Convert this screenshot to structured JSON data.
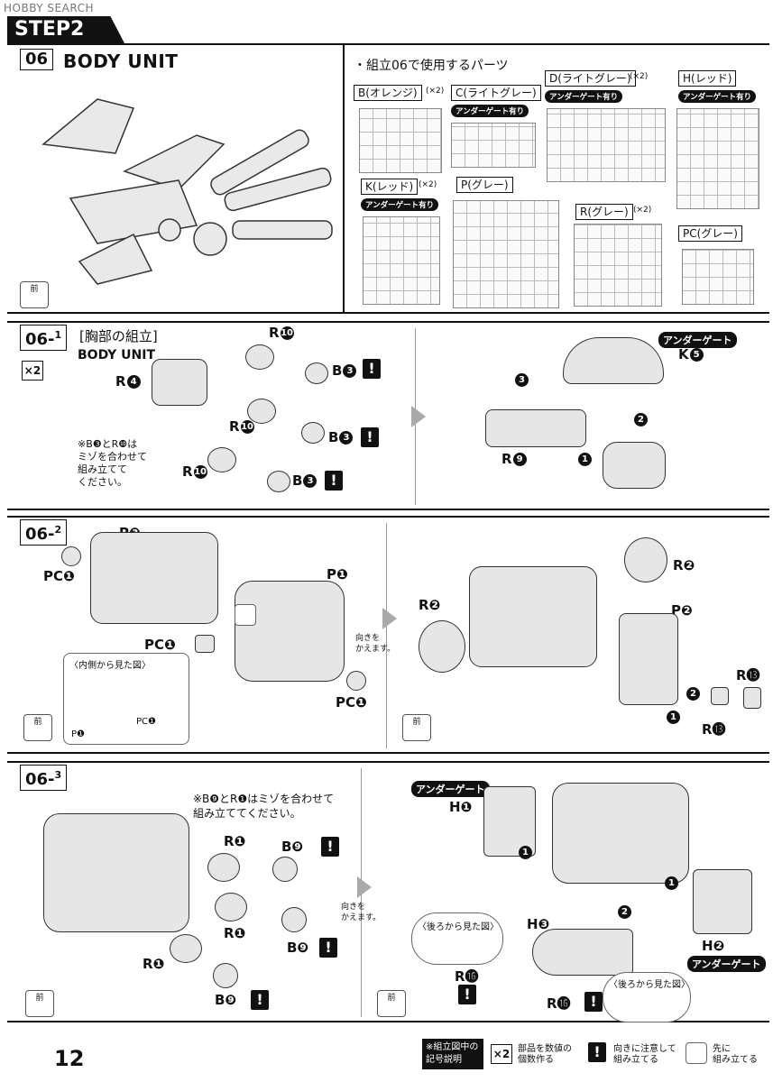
{
  "watermark": "HOBBY SEARCH",
  "step": "STEP2",
  "section06": {
    "label": "06",
    "title": "BODY UNIT",
    "parts_heading": "・組立06で使用するパーツ",
    "parts": [
      {
        "name": "B(オレンジ)",
        "qty": "(×2)",
        "badge": ""
      },
      {
        "name": "C(ライトグレー)",
        "qty": "",
        "badge": "アンダーゲート有り"
      },
      {
        "name": "D(ライトグレー)",
        "qty": "(×2)",
        "badge": "アンダーゲート有り"
      },
      {
        "name": "H(レッド)",
        "qty": "",
        "badge": "アンダーゲート有り"
      },
      {
        "name": "K(レッド)",
        "qty": "(×2)",
        "badge": "アンダーゲート有り"
      },
      {
        "name": "P(グレー)",
        "qty": "",
        "badge": ""
      },
      {
        "name": "R(グレー)",
        "qty": "(×2)",
        "badge": ""
      },
      {
        "name": "PC(グレー)",
        "qty": "",
        "badge": ""
      }
    ],
    "front": "前"
  },
  "section06_1": {
    "label": "06-",
    "sub": "1",
    "heading": "[胸部の組立]",
    "title": "BODY UNIT",
    "multiplier": "×2",
    "note": "※B❸とR❿は\nミゾを合わせて\n組み立てて\nください。",
    "callouts": {
      "r4": "R",
      "r4n": "4",
      "r10": "R",
      "r10n": "10",
      "b3": "B",
      "b3n": "3",
      "r9": "R",
      "r9n": "9",
      "k5": "K",
      "k5n": "5"
    },
    "undergate": "アンダーゲート",
    "steps": [
      "1",
      "2",
      "3"
    ]
  },
  "section06_2": {
    "label": "06-",
    "sub": "2",
    "callouts": {
      "p3": "P❸",
      "p1": "P❶",
      "pc1": "PC❶",
      "r2": "R❷",
      "p2": "P❷",
      "r13": "R⓭"
    },
    "turn": "向きを\nかえます。",
    "inset_title": "〈内側から見た図〉",
    "inset_p1": "P❶",
    "inset_pc1": "PC❶",
    "front": "前"
  },
  "section06_3": {
    "label": "06-",
    "sub": "3",
    "note": "※B❾とR❶はミゾを合わせて\n組み立ててください。",
    "callouts": {
      "r1": "R❶",
      "b9": "B❾",
      "h1": "H❶",
      "h2": "H❷",
      "h3": "H❸",
      "r16": "R⓰"
    },
    "undergate": "アンダーゲート",
    "turn": "向きを\nかえます。",
    "back_view": "〈後ろから見た図〉",
    "front": "前"
  },
  "footer": {
    "page": "12",
    "legend_head": "※組立図中の\n記号説明",
    "legend_x2_icon": "×2",
    "legend_x2": "部品を数値の\n個数作る",
    "legend_warn_icon": "!",
    "legend_warn": "向きに注意して\n組み立てる",
    "legend_first": "先に\n組み立てる"
  }
}
